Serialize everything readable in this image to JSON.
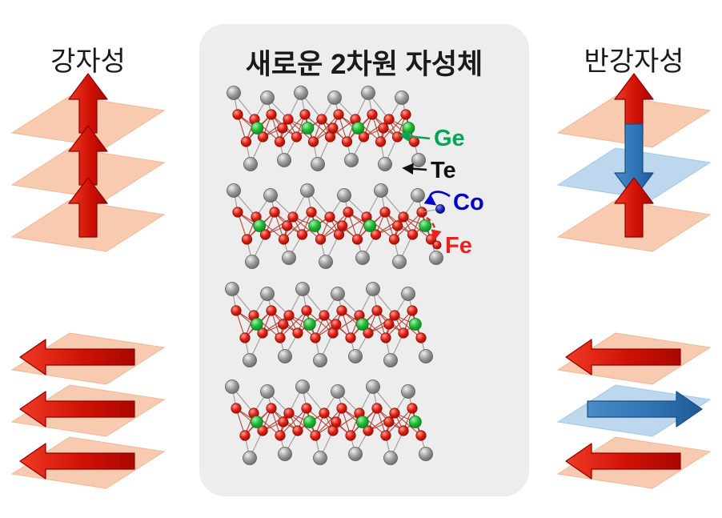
{
  "left": {
    "title": "강자성"
  },
  "center": {
    "title": "새로운 2차원 자성체",
    "legend": [
      {
        "element": "Ge",
        "color": "#00a651"
      },
      {
        "element": "Te",
        "color": "#111111"
      },
      {
        "element": "Co",
        "color": "#0000cc"
      },
      {
        "element": "Fe",
        "color": "#e8231d"
      }
    ]
  },
  "right": {
    "title": "반강자성"
  },
  "colors": {
    "panel_bg": "#ededed",
    "title_text": "#1a1a1a",
    "layer_peach": "#f8cbb0",
    "layer_peach_edge": "#eeb795",
    "layer_blue": "#bdd7ee",
    "layer_blue_edge": "#a3c6e4",
    "arrow_red": "#d41408",
    "arrow_red_dark": "#8e0000",
    "arrow_blue": "#2e75b6",
    "arrow_blue_dark": "#1f4e79",
    "atom_te_gray": "#8c8c8c",
    "atom_fe_red": "#dd2014",
    "atom_ge_green": "#1db832",
    "atom_co_blue": "#1f24b8",
    "bond_gray": "#9a9a9a",
    "bond_red": "#b4443a"
  }
}
